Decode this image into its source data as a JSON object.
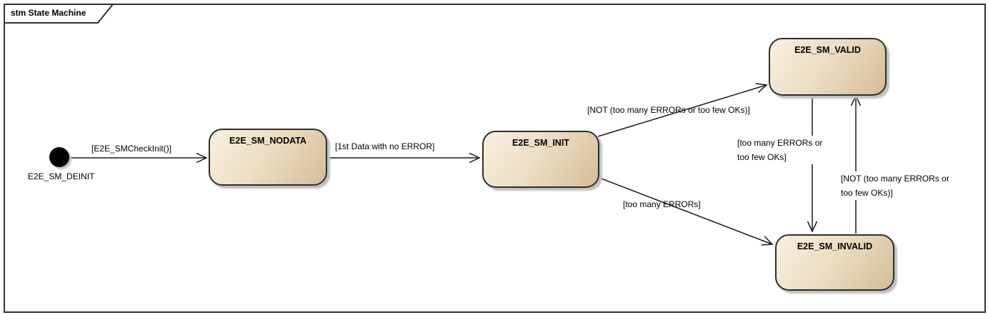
{
  "frame": {
    "title": "stm State Machine"
  },
  "colors": {
    "state_fill_light": "#f8f0e0",
    "state_fill_dark": "#d5bd97",
    "state_border": "#2e2e2e",
    "shadow": "#c0c0c0",
    "line": "#1a1a1a",
    "frame_border": "#333333"
  },
  "initial_state": {
    "name": "E2E_SM_DEINIT"
  },
  "states": [
    {
      "name": "E2E_SM_NODATA"
    },
    {
      "name": "E2E_SM_INIT"
    },
    {
      "name": "E2E_SM_VALID"
    },
    {
      "name": "E2E_SM_INVALID"
    }
  ],
  "transitions": [
    {
      "from": "E2E_SM_DEINIT",
      "to": "E2E_SM_NODATA",
      "guard": "[E2E_SMCheckInit()]"
    },
    {
      "from": "E2E_SM_NODATA",
      "to": "E2E_SM_INIT",
      "guard": "[1st Data with no ERROR]"
    },
    {
      "from": "E2E_SM_INIT",
      "to": "E2E_SM_VALID",
      "guard": "[NOT (too many ERRORs or too few OKs)]"
    },
    {
      "from": "E2E_SM_INIT",
      "to": "E2E_SM_INVALID",
      "guard": "[too many ERRORs]"
    },
    {
      "from": "E2E_SM_VALID",
      "to": "E2E_SM_INVALID",
      "guard": "[too many ERRORs or too few OKs]"
    },
    {
      "from": "E2E_SM_INVALID",
      "to": "E2E_SM_VALID",
      "guard": "[NOT (too many ERRORs or too few OKs)]"
    }
  ]
}
